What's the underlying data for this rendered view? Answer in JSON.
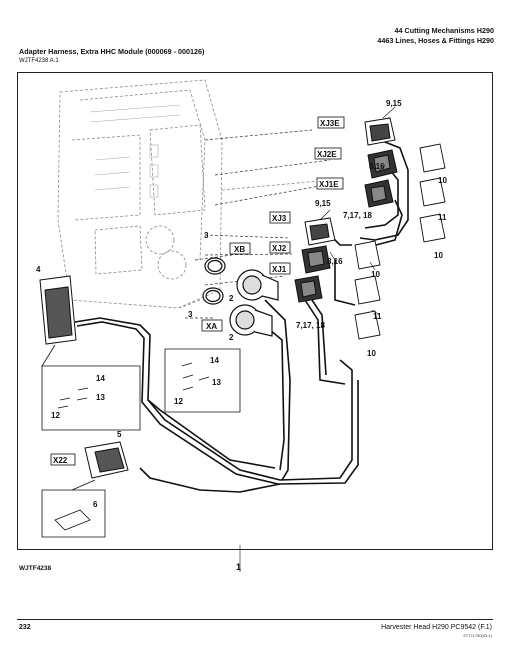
{
  "header": {
    "line1": "44 Cutting Mechanisms H290",
    "line2": "4463 Lines, Hoses & Fittings H290"
  },
  "title": "Adapter Harness, Extra HHC Module (000069 - 000126)",
  "ref_code": "WJTF4238 A.1",
  "connectors": [
    "XJ3E",
    "XJ2E",
    "XJ1E",
    "XJ3",
    "XJ2",
    "XJ1",
    "XB",
    "XA",
    "X22"
  ],
  "callouts": {
    "c_9_15_top": "9,15",
    "c_8_16_top": "8,16",
    "c_10_a": "10",
    "c_11_a": "11",
    "c_10_b": "10",
    "c_9_15_mid": "9,15",
    "c_7_17_18_top": "7,17, 18",
    "c_8_16_mid": "8,16",
    "c_10_c": "10",
    "c_11_b": "11",
    "c_10_d": "10",
    "c_7_17_18_bot": "7,17, 18",
    "c_3_top": "3",
    "c_2_top": "2",
    "c_3_bot": "3",
    "c_2_bot": "2",
    "c_4": "4",
    "c_14_a": "14",
    "c_13_a": "13",
    "c_12_a": "12",
    "c_14_b": "14",
    "c_13_b": "13",
    "c_12_b": "12",
    "c_5": "5",
    "c_6": "6"
  },
  "figure_ref": "WJTF4238",
  "figure_callout": "1",
  "footer": {
    "page": "232",
    "publication": "Harvester Head H290   PC9542   (F.1)",
    "code": "ST771750(05.1)"
  }
}
